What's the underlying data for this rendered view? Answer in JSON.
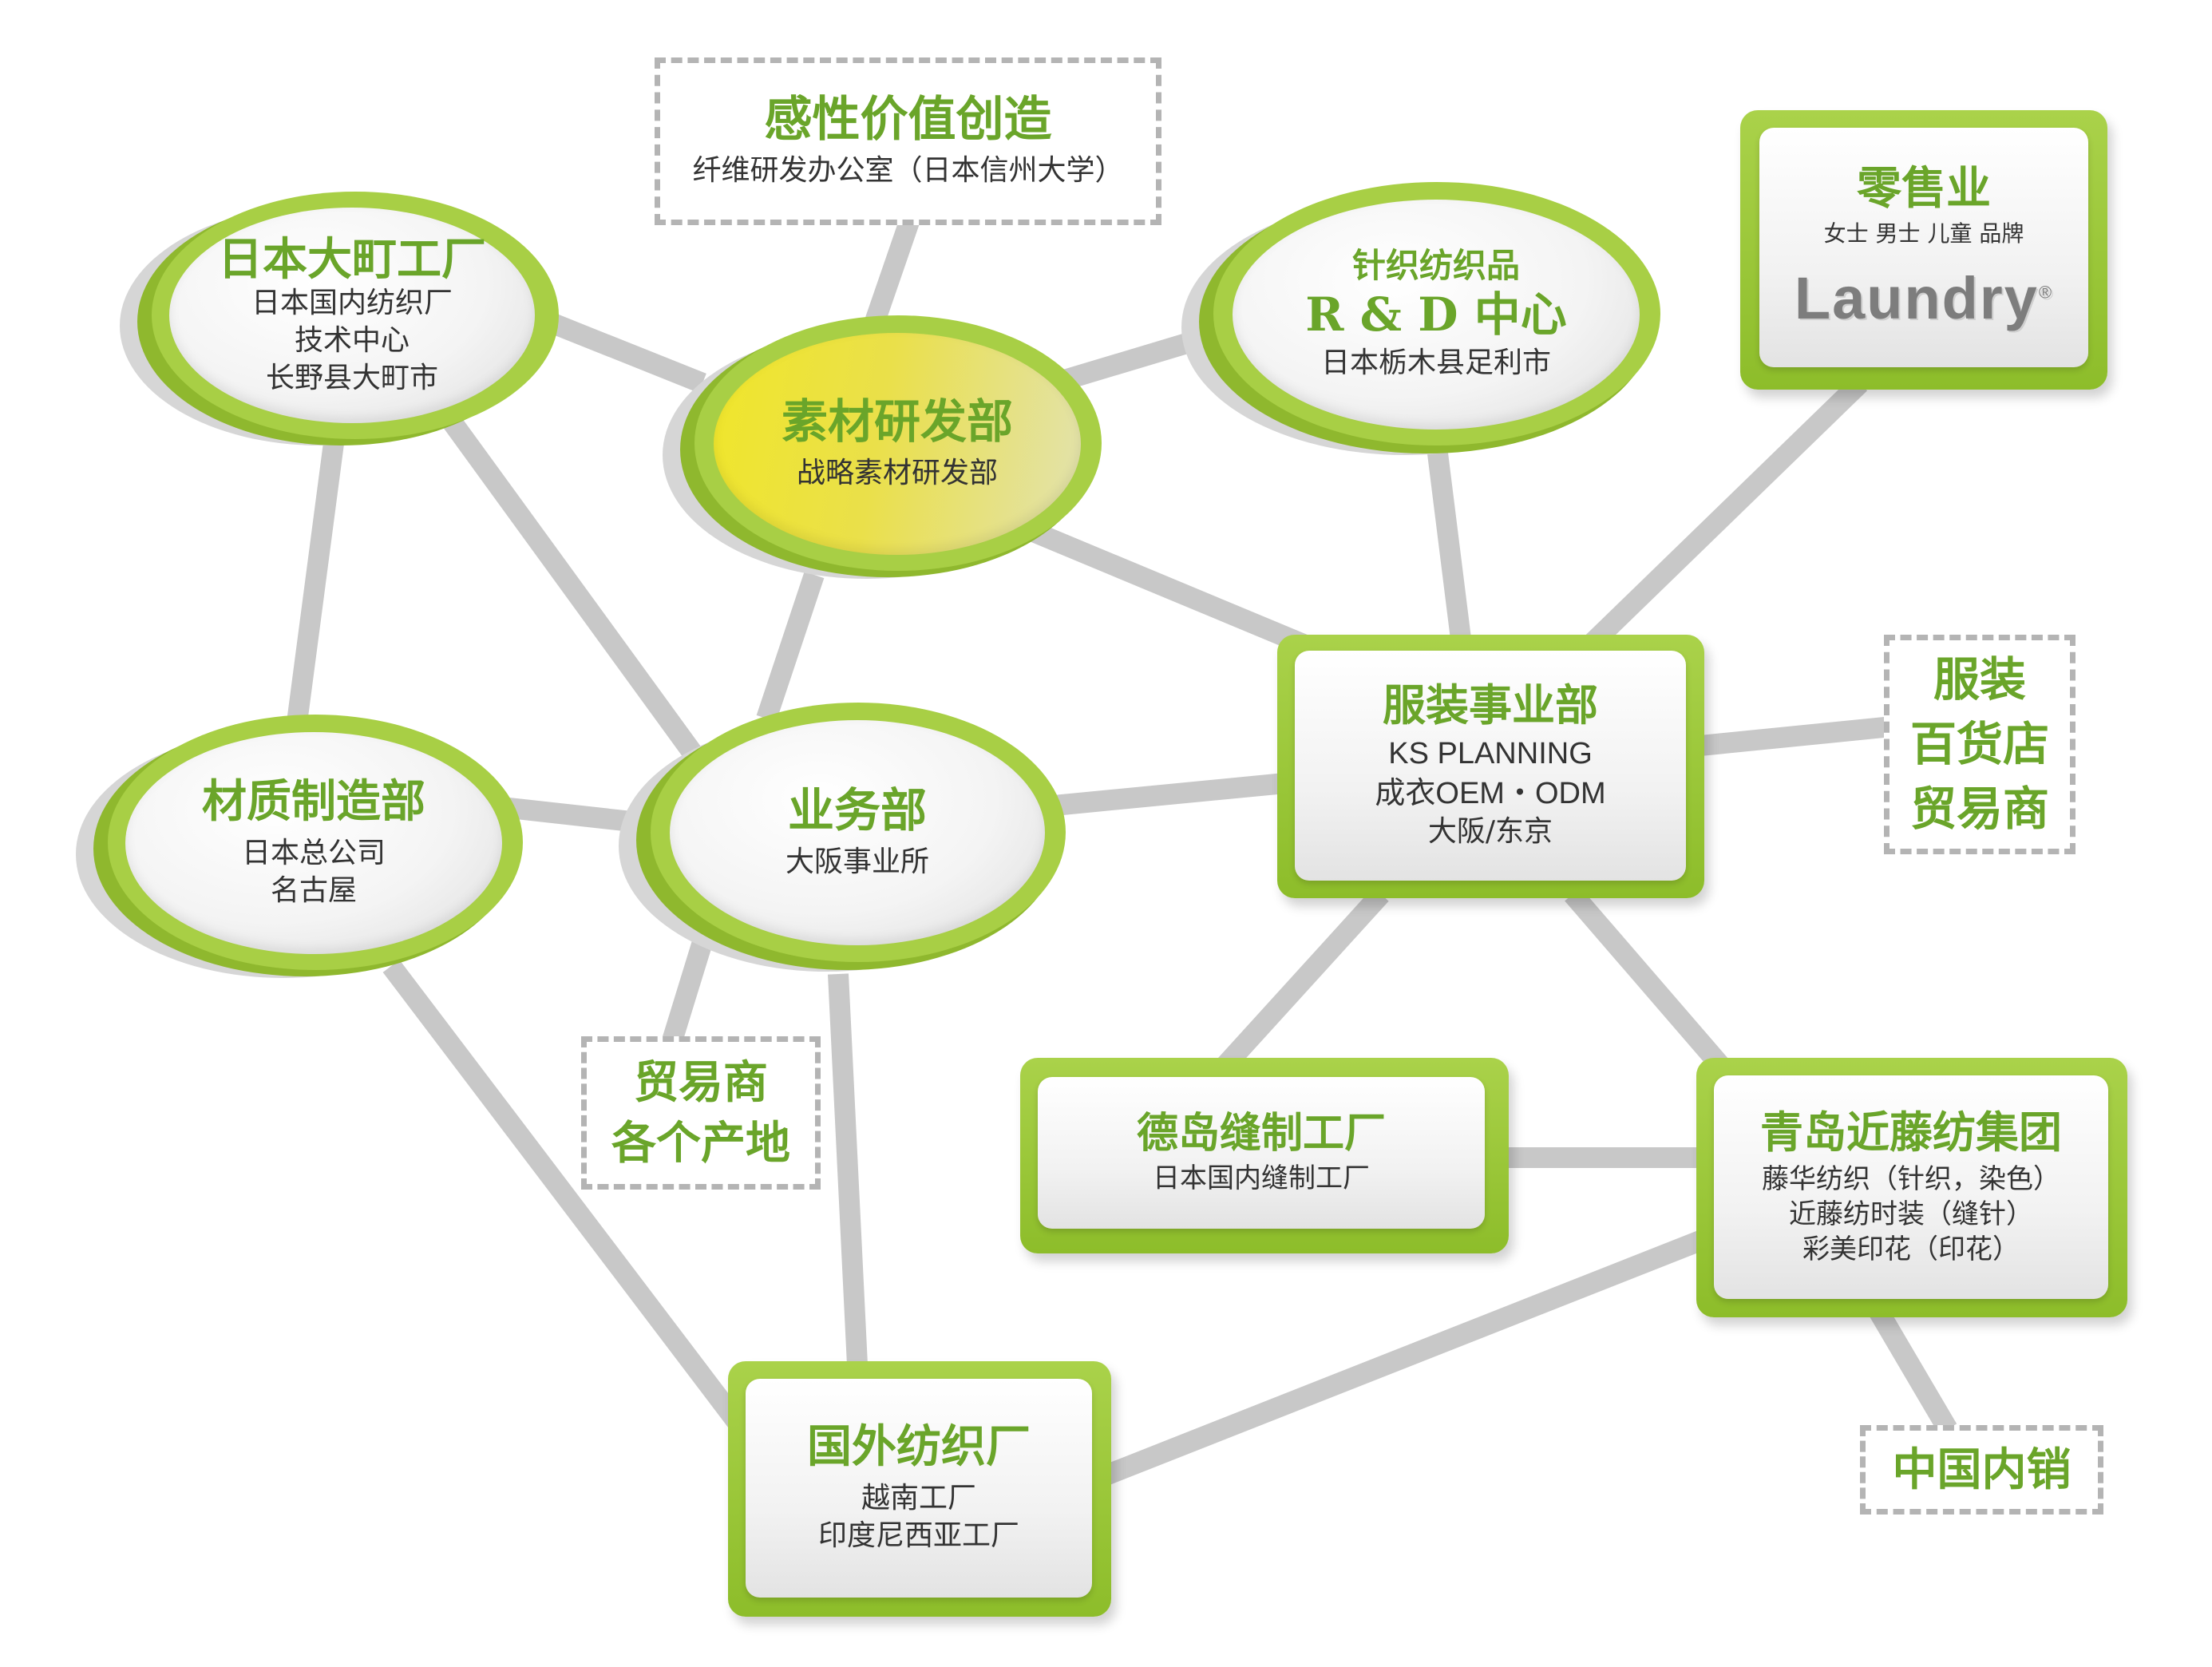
{
  "nodes": {
    "kansei": {
      "title": "感性价值创造",
      "lines": [
        "纤维研发办公室（日本信州大学）"
      ]
    },
    "omachi": {
      "title": "日本大町工厂",
      "lines": [
        "日本国内纺织厂",
        "技术中心",
        "长野县大町市"
      ]
    },
    "sozai": {
      "title": "素材研发部",
      "lines": [
        "战略素材研发部"
      ]
    },
    "knit_rd": {
      "title_top": "针织纺织品",
      "title": "R & D 中心",
      "lines": [
        "日本栃木县足利市"
      ]
    },
    "retail": {
      "title": "零售业",
      "lines": [
        "女士 男士 儿童 品牌"
      ],
      "logo": "Laundry",
      "logo_mark": "®"
    },
    "material": {
      "title": "材质制造部",
      "lines": [
        "日本总公司",
        "名古屋"
      ]
    },
    "sales": {
      "title": "业务部",
      "lines": [
        "大阪事业所"
      ]
    },
    "apparel": {
      "title": "服装事业部",
      "lines": [
        "KS PLANNING",
        "成衣OEM・ODM",
        "大阪/东京"
      ]
    },
    "apparel_clients": {
      "lines": [
        "服装",
        "百货店",
        "贸易商"
      ]
    },
    "traders": {
      "lines": [
        "贸易商",
        "各个产地"
      ]
    },
    "tokushima": {
      "title": "德岛缝制工厂",
      "lines": [
        "日本国内缝制工厂"
      ]
    },
    "qingdao": {
      "title": "青岛近藤纺集团",
      "lines": [
        "藤华纺织（针织，染色）",
        "近藤纺时装（缝针）",
        "彩美印花（印花）"
      ]
    },
    "overseas": {
      "title": "国外纺织厂",
      "lines": [
        "越南工厂",
        "印度尼西亚工厂"
      ]
    },
    "china": {
      "lines": [
        "中国内销"
      ]
    }
  },
  "colors": {
    "green_title": "#6aa52a",
    "green_frame": "#9cc83a",
    "connector": "#c8c8c8",
    "dashed_border": "#b4b4b4"
  }
}
